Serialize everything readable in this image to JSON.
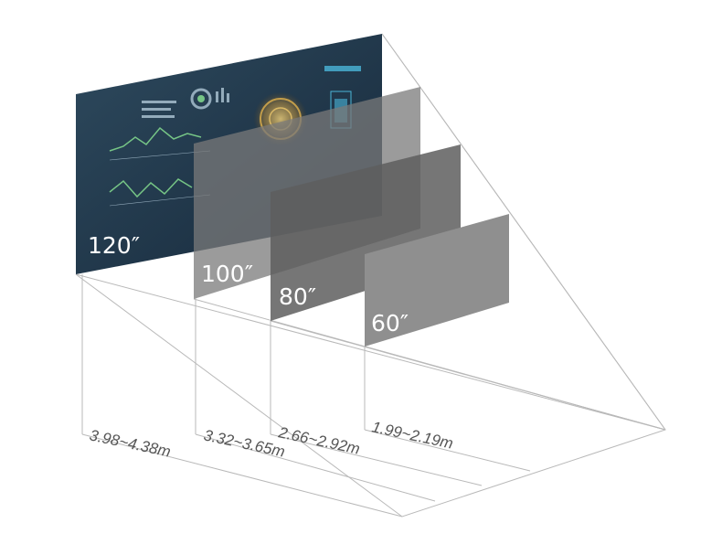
{
  "screens": [
    {
      "id": "120",
      "size": "120″",
      "distance": "3.98~4.38m",
      "fill": "#24384a"
    },
    {
      "id": "100",
      "size": "100″",
      "distance": "3.32~3.65m",
      "fill": "#6e6e6e"
    },
    {
      "id": "80",
      "size": "80″",
      "distance": "2.66~2.92m",
      "fill": "#6a6a6a"
    },
    {
      "id": "60",
      "size": "60″",
      "distance": "1.99~2.19m",
      "fill": "#8d8d8d"
    }
  ],
  "colors": {
    "line": "#b9b9b9",
    "hud_accent": "#4fc3e8",
    "hud_gold": "#d4a84a"
  }
}
